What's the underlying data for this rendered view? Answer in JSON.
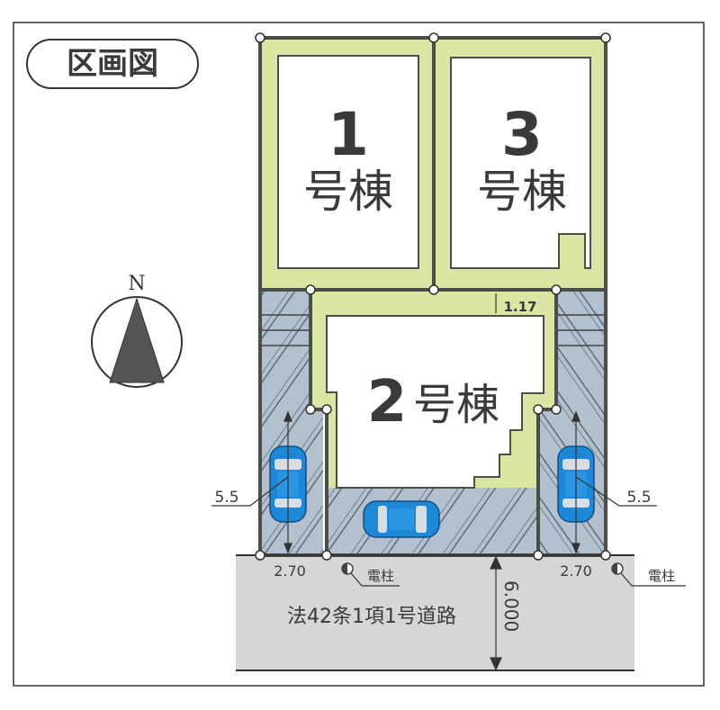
{
  "title": "区画図",
  "compass": {
    "label": "N"
  },
  "lots": [
    {
      "id": "1",
      "number": "1",
      "suffix": "号棟"
    },
    {
      "id": "3",
      "number": "3",
      "suffix": "号棟"
    },
    {
      "id": "2",
      "number": "2",
      "suffix": "号棟"
    }
  ],
  "dimensions": {
    "setback": "1.17",
    "parking_depth_left": "5.5",
    "parking_depth_right": "5.5",
    "parking_width_left": "2.70",
    "parking_width_right": "2.70",
    "road_width": "6.000"
  },
  "utility_poles": [
    {
      "label": "電柱"
    },
    {
      "label": "電柱"
    }
  ],
  "road": {
    "label": "法42条1項1号道路"
  },
  "colors": {
    "lot_green": "#dbe6a2",
    "boundary": "#4a4f4a",
    "parking_blue": "#b3c1cf",
    "road_gray": "#d4d6d7",
    "car_blue": "#1e88d6",
    "building_white": "#ffffff"
  }
}
